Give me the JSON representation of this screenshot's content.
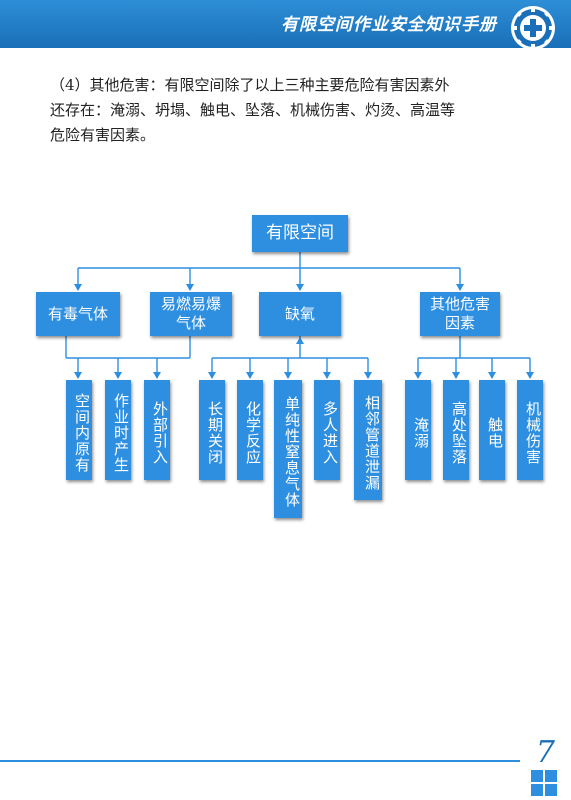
{
  "header": {
    "title": "有限空间作业安全知识手册"
  },
  "paragraph": {
    "line1": "（4）其他危害：有限空间除了以上三种主要危险有害因素外",
    "line2": "还存在：淹溺、坍塌、触电、坠落、机械伤害、灼烫、高温等",
    "line3": "危险有害因素。"
  },
  "diagram": {
    "root": "有限空间",
    "categories": {
      "toxic": "有毒气体",
      "flammable": "易燃易爆气体",
      "oxygen": "缺氧",
      "other": "其他危害因素"
    },
    "leaves": {
      "l1": "空间内原有",
      "l2": "作业时产生",
      "l3": "外部引入",
      "l4": "长期关闭",
      "l5": "化学反应",
      "l6": "单纯性窒息气体",
      "l7": "多人进入",
      "l8": "相邻管道泄漏",
      "l9": "淹溺",
      "l10": "高处坠落",
      "l11": "触电",
      "l12": "机械伤害"
    }
  },
  "footer": {
    "page_number": "7"
  },
  "colors": {
    "accent": "#2e8fe0",
    "header": "#1a6fb8"
  }
}
